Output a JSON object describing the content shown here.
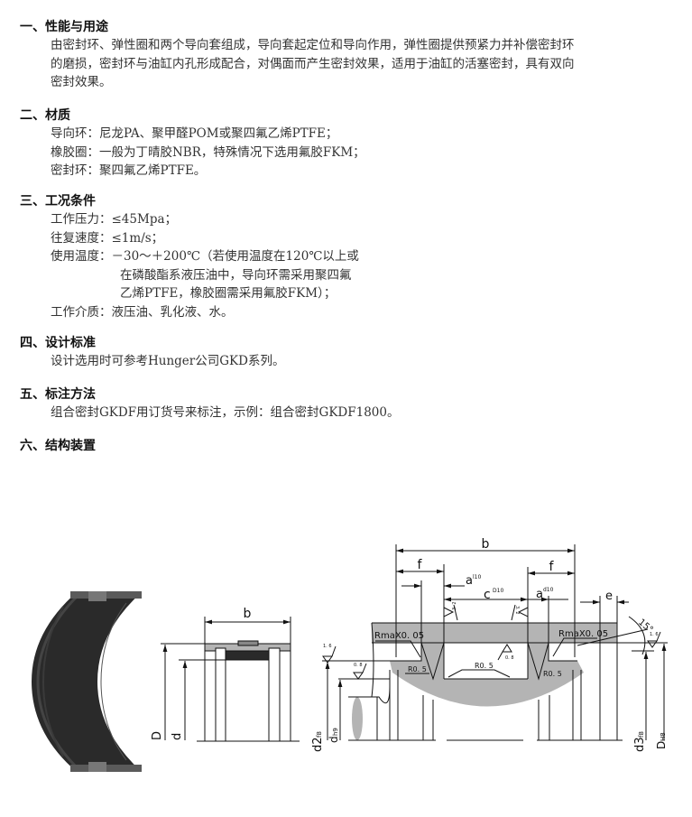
{
  "sections": [
    {
      "title": "一、性能与用途",
      "lines": [
        "由密封环、弹性圈和两个导向套组成，导向套起定位和导向作用，弹性圈提供预紧力并补偿密封环",
        "的磨损，密封环与油缸内孔形成配合，对偶面而产生密封效果，适用于油缸的活塞密封，具有双向",
        "密封效果。"
      ]
    },
    {
      "title": "二、材质",
      "lines": [
        "导向环：尼龙PA、聚甲醛POM或聚四氟乙烯PTFE；",
        "橡胶圈：一般为丁晴胶NBR，特殊情况下选用氟胶FKM；",
        "密封环：聚四氟乙烯PTFE。"
      ]
    },
    {
      "title": "三、工况条件",
      "lines": [
        "工作压力：≤45Mpa；",
        "往复速度：≤1m/s；",
        "使用温度：－30～＋200℃（若使用温度在120℃以上或",
        "在磷酸酯系液压油中，导向环需采用聚四氟",
        "乙烯PTFE，橡胶圈需采用氟胶FKM）；",
        "工作介质：液压油、乳化液、水。"
      ]
    },
    {
      "title": "四、设计标准",
      "lines": [
        "设计选用时可参考Hunger公司GKD系列。"
      ]
    },
    {
      "title": "五、标注方法",
      "lines": [
        "组合密封GKDF用订货号来标注，示例：组合密封GKDF1800。"
      ]
    },
    {
      "title": "六、结构装置",
      "lines": []
    }
  ],
  "drawing_mid": {
    "b": "b",
    "D": "D",
    "d": "d"
  },
  "drawing_right": {
    "b": "b",
    "f1": "f",
    "f2": "f",
    "a1": "a",
    "a1_tol": "l10",
    "a2": "a",
    "a2_tol": "d10",
    "c": "c",
    "c_tol": "D10",
    "e": "e",
    "angle": "15°",
    "rmax1": "RmaX0. 05",
    "rmax2": "RmaX0. 05",
    "r1": "R0. 5",
    "r2": "R0. 5",
    "r3": "R0. 5",
    "s_16_left": "1. 6",
    "s_08_left": "0. 8",
    "s_32_a": "3. 2",
    "s_32_b": "3. 2",
    "s_08_mid": "0. 8",
    "s_16_right": "1. 6",
    "d2": "d2",
    "d2_tol": "f8",
    "dh": "d",
    "dh_tol": "h9",
    "d3": "d3",
    "d3_tol": "f8",
    "DH": "D",
    "DH_tol": "H8"
  },
  "colors": {
    "gray": "#b4b4b4",
    "dark": "#2a2a2a"
  }
}
